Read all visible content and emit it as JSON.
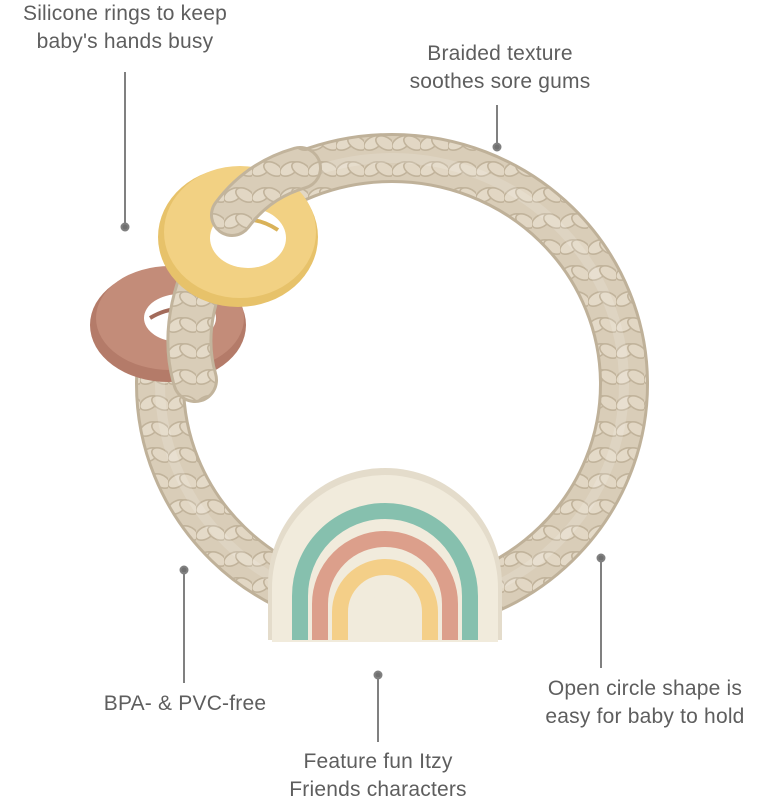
{
  "callouts": {
    "silicone_rings": [
      "Silicone rings to keep",
      "baby's hands busy"
    ],
    "braided_texture": [
      "Braided texture",
      "soothes sore gums"
    ],
    "bpa_free": [
      "BPA- & PVC-free"
    ],
    "open_circle": [
      "Open circle shape is",
      "easy for baby to hold"
    ],
    "fun_characters": [
      "Feature fun Itzy",
      "Friends characters"
    ]
  },
  "colors": {
    "braid": "#d9cdb8",
    "braid_shadow": "#b9ab93",
    "yellow_ring": "#f0cf7c",
    "clay_ring": "#bd8573",
    "rainbow_base": "#f1ebdc",
    "rainbow_teal": "#86c0ae",
    "rainbow_pink": "#dc9f8b",
    "rainbow_yellow": "#f4cf88",
    "line": "#7d7d7d"
  }
}
